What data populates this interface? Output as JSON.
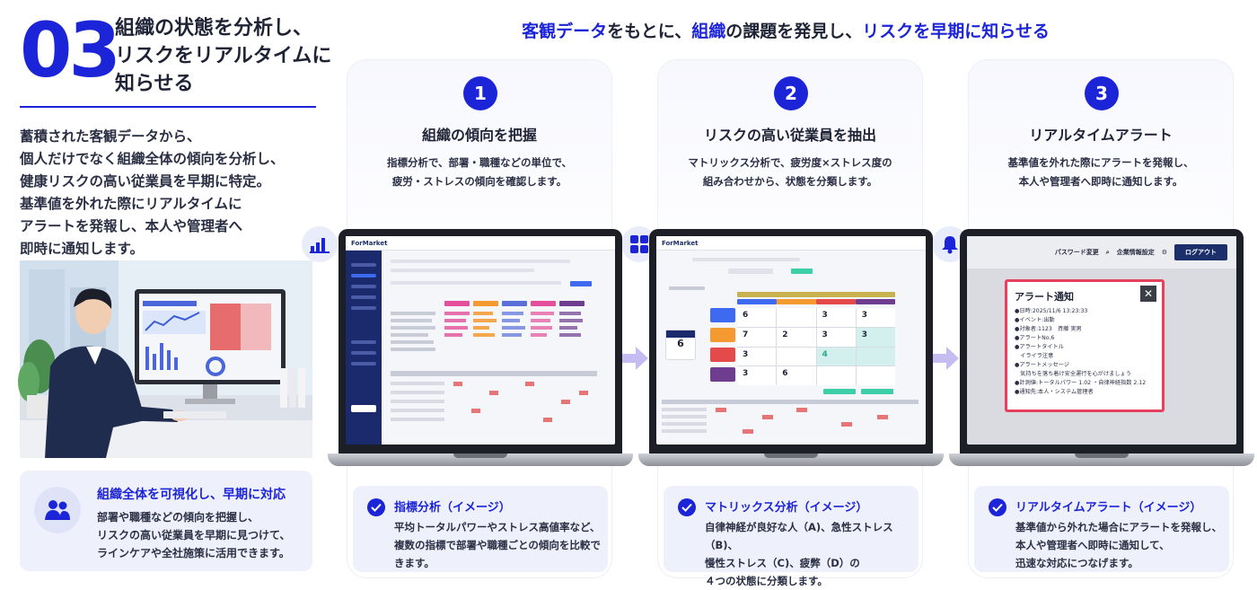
{
  "header": {
    "number": "03",
    "title_lines": [
      "組織の状態を分析し、",
      "リスクをリアルタイムに",
      "知らせる"
    ]
  },
  "lead_lines": [
    "蓄積された客観データから、",
    "個人だけでなく組織全体の傾向を分析し、",
    "健康リスクの高い従業員を早期に特定。",
    "基準値を外れた際にリアルタイムに",
    "アラートを発報し、本人や管理者へ",
    "即時に通知します。"
  ],
  "summary": {
    "title": "組織全体を可視化し、早期に対応",
    "body_lines": [
      "部署や職種などの傾向を把握し、",
      "リスクの高い従業員を早期に見つけて、",
      "ラインケアや全社施策に活用できます。"
    ]
  },
  "banner": {
    "p1": "客観データ",
    "p2": "をもとに、",
    "p3": "組織",
    "p4": "の課題を発見し、",
    "p5": "リスクを早期に知らせる"
  },
  "steps": [
    {
      "num": "1",
      "title": "組織の傾向を把握",
      "desc_lines": [
        "指標分析で、部署・職種などの単位で、",
        "疲労・ストレスの傾向を確認します。"
      ],
      "foot_title": "指標分析（イメージ）",
      "foot_lines": [
        "平均トータルパワーやストレス高値率など、",
        "複数の指標で部署や職種ごとの傾向を比較できます。"
      ]
    },
    {
      "num": "2",
      "title": "リスクの高い従業員を抽出",
      "desc_lines": [
        "マトリックス分析で、疲労度×ストレス度の",
        "組み合わせから、状態を分類します。"
      ],
      "foot_title": "マトリックス分析（イメージ）",
      "foot_lines": [
        "自律神経が良好な人（A)、急性ストレス（B)、",
        "慢性ストレス（C)、疲弊（D）の",
        "４つの状態に分類します。"
      ]
    },
    {
      "num": "3",
      "title": "リアルタイムアラート",
      "desc_lines": [
        "基準値を外れた際にアラートを発報し、",
        "本人や管理者へ即時に通知します。"
      ],
      "foot_title": "リアルタイムアラート（イメージ）",
      "foot_lines": [
        "基準値から外れた場合にアラートを発報し、",
        "本人や管理者へ即時に通知して、",
        "迅速な対応につなげます。"
      ]
    }
  ],
  "screen1": {
    "logo": "ForMarket"
  },
  "screen2": {
    "logo": "ForMarket",
    "count": "6",
    "cells": [
      "6",
      "3",
      "3",
      "7",
      "2",
      "3",
      "3",
      "3",
      "4",
      "3",
      "6"
    ]
  },
  "screen3": {
    "pw_change": "パスワード変更",
    "company_settings": "企業情報設定",
    "logout": "ログアウト",
    "alert_title": "アラート通知",
    "close": "✕",
    "alert_text": "●日時:2025/11/6 13:23:33\n●イベント:出勤\n●対象者:1123　斉藤 実男\n●アラートNo.6\n●アラートタイトル\n　イライラ注意\n●アラートメッセージ\n　気持ちを落ち着け安全運行を心がけましょう\n●計測値:トータルパワー 1.02 ・自律神経指数 2.12\n●通知先:本人・システム管理者"
  },
  "colors": {
    "accent": "#1c24d8",
    "alert": "#e6405d"
  }
}
